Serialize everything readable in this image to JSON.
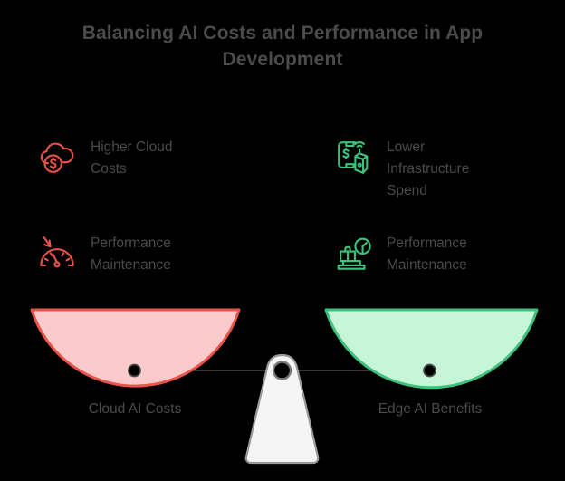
{
  "page": {
    "title": "Balancing AI Costs and Performance in App Development",
    "background_color": "#000000",
    "text_color": "#4a4a4a"
  },
  "colors": {
    "cost_stroke": "#e8534a",
    "cost_fill": "#fbcbcb",
    "benefit_stroke": "#3cc27d",
    "benefit_fill": "#c6f5d8",
    "beam": "#4a4a4a",
    "fulcrum_fill": "#f5f5f5",
    "fulcrum_stroke": "#8c8c8c"
  },
  "left_side": {
    "caption": "Cloud AI Costs",
    "accent": "#e8534a",
    "features": [
      {
        "icon": "cloud-dollar-icon",
        "label": "Higher Cloud\nCosts"
      },
      {
        "icon": "gauge-down-arrow-icon",
        "label": "Performance\nMaintenance"
      }
    ]
  },
  "right_side": {
    "caption": "Edge AI Benefits",
    "accent": "#3cc27d",
    "features": [
      {
        "icon": "device-dollar-wifi-icon",
        "label": "Lower\nInfrastructure\nSpend"
      },
      {
        "icon": "scale-briefcase-clock-icon",
        "label": "Performance\nMaintenance"
      }
    ]
  },
  "chart_data": {
    "type": "diagram",
    "title": "Balancing AI Costs and Performance in App Development",
    "subtype": "balance-scale",
    "categories": [
      "Cloud AI Costs",
      "Edge AI Benefits"
    ],
    "series": [
      {
        "name": "Cloud AI Costs",
        "side": "left",
        "color": "#e8534a",
        "items": [
          "Higher Cloud Costs",
          "Performance Maintenance"
        ]
      },
      {
        "name": "Edge AI Benefits",
        "side": "right",
        "color": "#3cc27d",
        "items": [
          "Lower Infrastructure Spend",
          "Performance Maintenance"
        ]
      }
    ],
    "legend": "none",
    "grid": false
  }
}
